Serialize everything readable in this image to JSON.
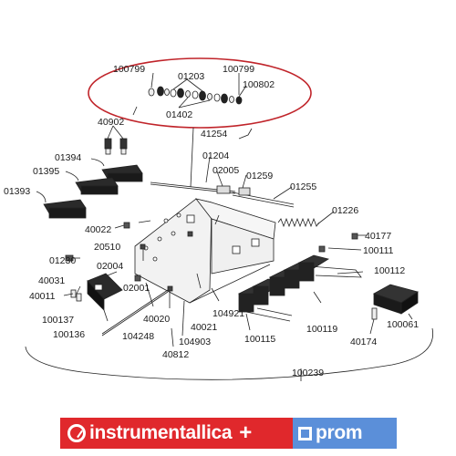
{
  "labels": {
    "p100799a": "100799",
    "p01203": "01203",
    "p100799b": "100799",
    "p100802": "100802",
    "p01402": "01402",
    "p40902": "40902",
    "p41254": "41254",
    "p01204": "01204",
    "p01394": "01394",
    "p02005": "02005",
    "p01259": "01259",
    "p01395": "01395",
    "p01255": "01255",
    "p01393": "01393",
    "p01226": "01226",
    "p40022": "40022",
    "p40177": "40177",
    "p20510": "20510",
    "p100111": "100111",
    "p01230": "01230",
    "p02004": "02004",
    "p100112": "100112",
    "p40031": "40031",
    "p02001": "02001",
    "p40011": "40011",
    "p104921": "104921",
    "p100137": "100137",
    "p40020": "40020",
    "p40021": "40021",
    "p100119": "100119",
    "p100061": "100061",
    "p100136": "100136",
    "p104248": "104248",
    "p104903": "104903",
    "p100115": "100115",
    "p40174": "40174",
    "p40812": "40812",
    "p100239": "100239"
  },
  "banner": {
    "brand": "instrumentallica",
    "plus": "+",
    "partner": "prom",
    "brand_color": "#e0282c",
    "partner_color": "#5b8fd9"
  },
  "highlight_color": "#c0242a",
  "icons": [
    "instrumentallica-logo-icon",
    "prom-logo-icon"
  ]
}
